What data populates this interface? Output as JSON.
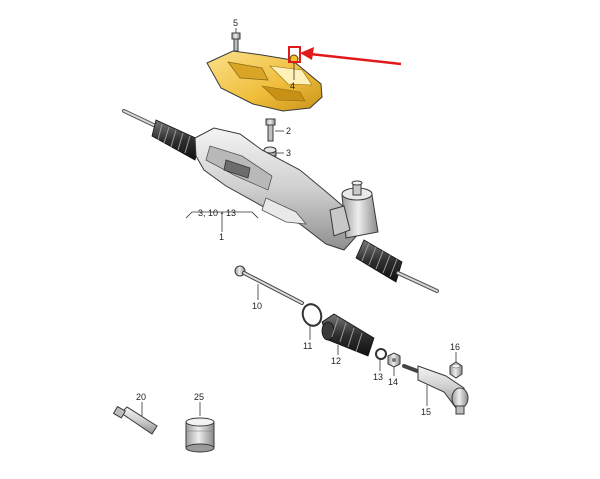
{
  "labels": {
    "p1": "1",
    "p2": "2",
    "p3": "3",
    "p4": "4",
    "p5": "5",
    "p10": "10",
    "p11": "11",
    "p12": "12",
    "p13": "13",
    "p14": "14",
    "p15": "15",
    "p16": "16",
    "p20": "20",
    "p25": "25",
    "group": "3, 10 - 13"
  },
  "colors": {
    "highlight": "#f2c53d",
    "callout_arrow": "#e0191b",
    "metal_light": "#e3e3e3",
    "metal_dark": "#9a9a9a",
    "boot": "#2f2f2f"
  },
  "icons": {
    "callout": "red-arrow-icon"
  }
}
